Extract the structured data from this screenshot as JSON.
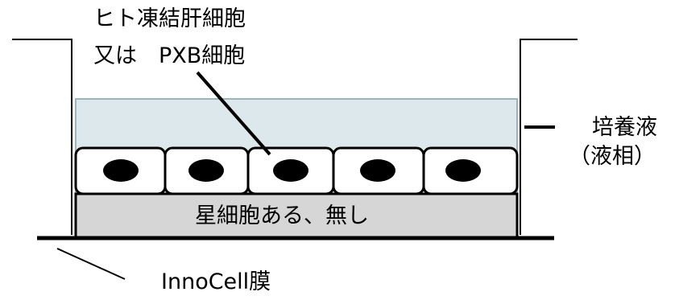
{
  "labels": {
    "cells_line1": "ヒト凍結肝細胞",
    "cells_line2": "又は　PXB細胞",
    "medium_line1": "培養液",
    "medium_line2": "（液相）",
    "stellate_layer": "星細胞ある、無し",
    "membrane": "InnoCell膜"
  },
  "colors": {
    "stroke": "#000000",
    "medium_fill": "#dde8ec",
    "medium_border": "#9db4bd",
    "stellate_fill": "#d6d6d6",
    "cell_fill": "#ffffff",
    "nucleus_fill": "#000000"
  }
}
